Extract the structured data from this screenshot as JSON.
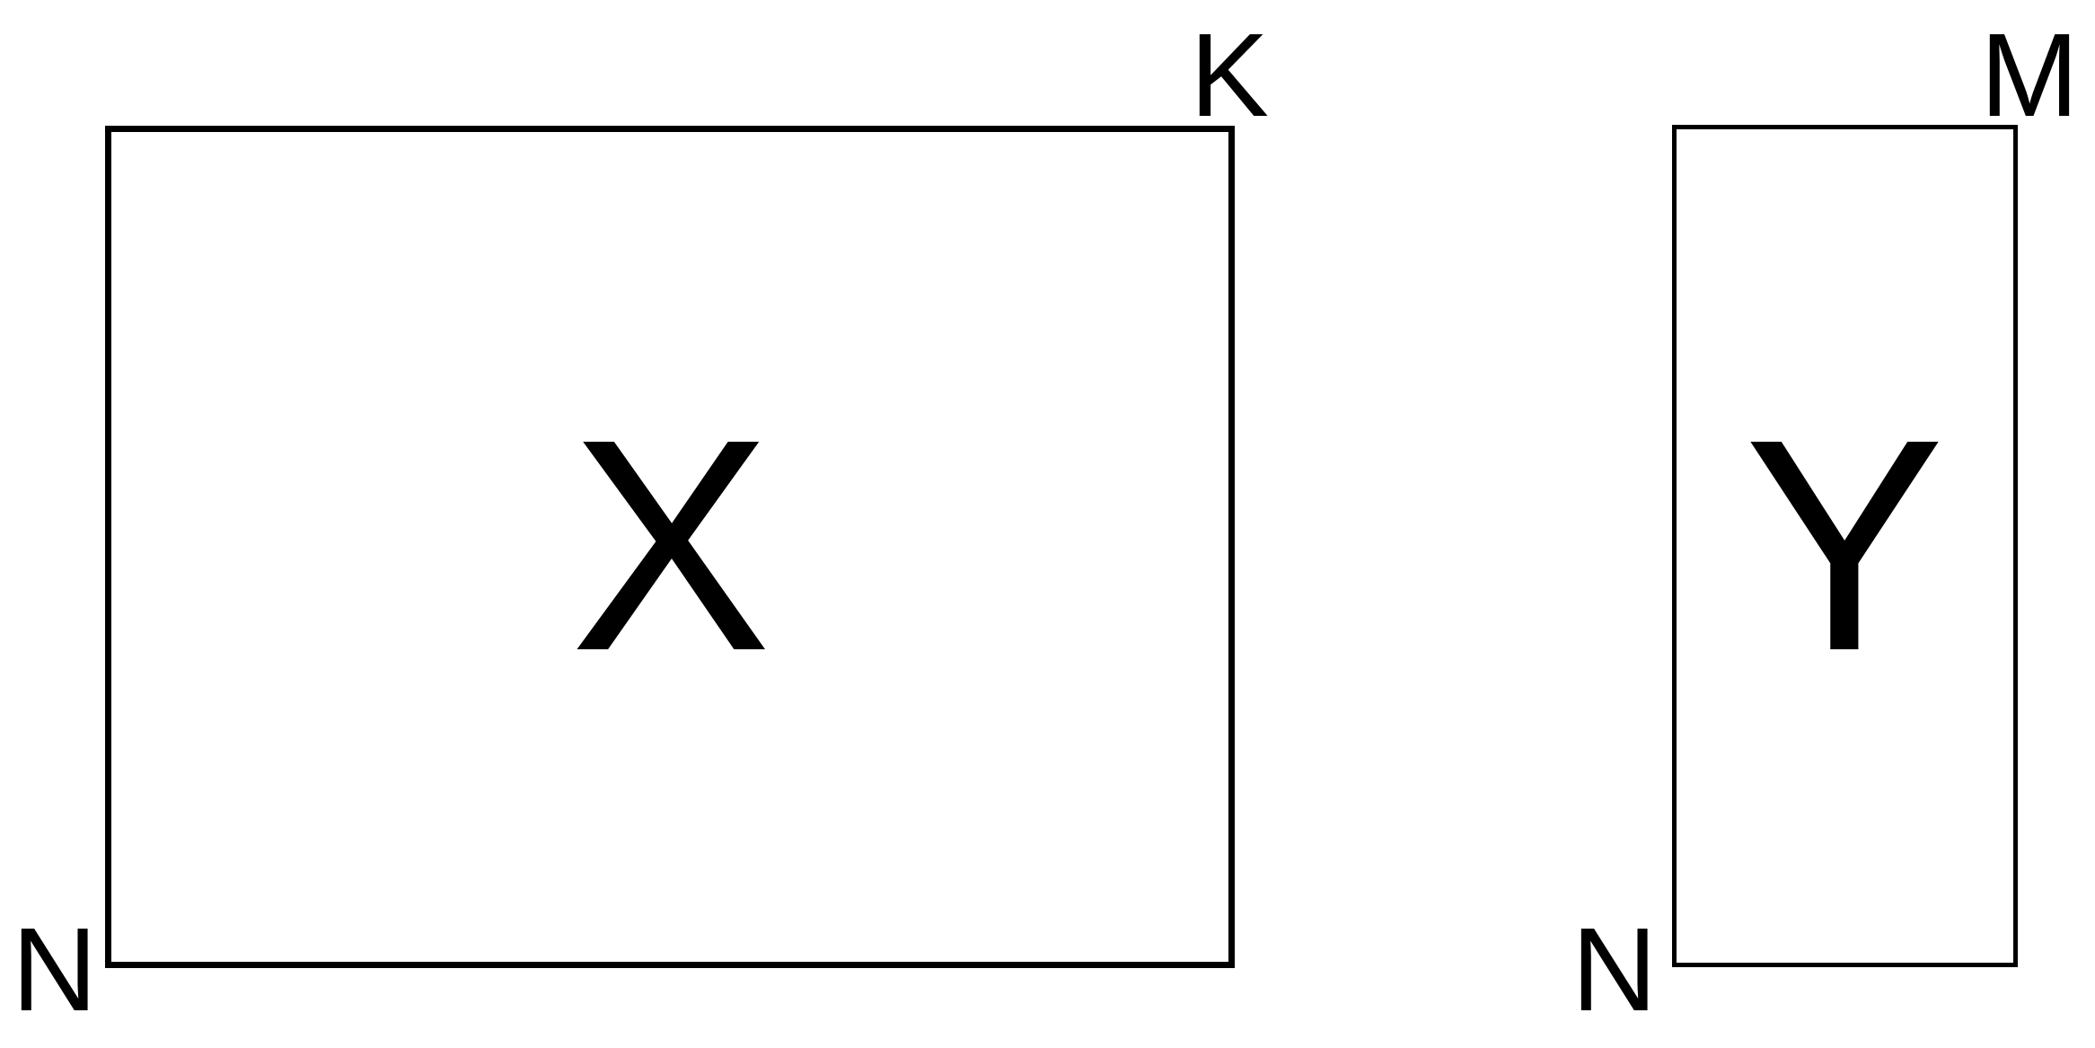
{
  "diagram": {
    "left_rectangle": {
      "label": "X",
      "top_right_corner": "K",
      "bottom_left_corner": "N"
    },
    "right_rectangle": {
      "label": "Y",
      "top_right_corner": "M",
      "bottom_left_corner": "N"
    }
  },
  "colors": {
    "stroke": "#000000",
    "text": "#000000",
    "background": "#ffffff"
  }
}
